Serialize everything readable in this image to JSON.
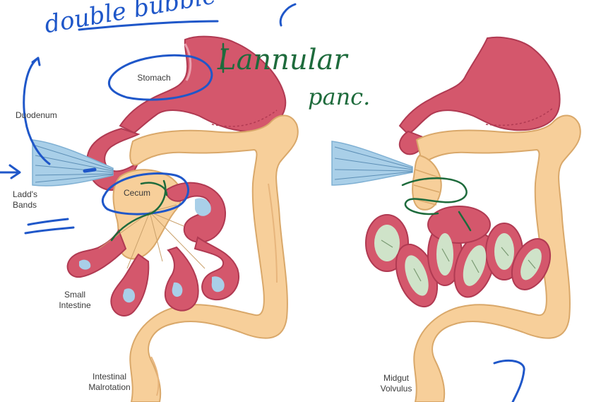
{
  "labels": {
    "stomach": "Stomach",
    "duodenum": "Duodenum",
    "ladds_bands": [
      "Ladd's",
      "Bands"
    ],
    "cecum": "Cecum",
    "small_intestine": [
      "Small",
      "Intestine"
    ],
    "malrotation": [
      "Intestinal",
      "Malrotation"
    ],
    "volvulus": [
      "Midgut",
      "Volvulus"
    ]
  },
  "handwriting": {
    "double_bubble": "double bubble",
    "annular": "Lannular",
    "panc": "panc."
  },
  "colors": {
    "bowel_red": "#d4576c",
    "bowel_dark": "#b03a52",
    "colon_tan": "#f7cf9a",
    "colon_edge": "#d9a86a",
    "band_blue": "#a9cfe8",
    "ink_blue": "#1f57c9",
    "ink_green": "#1e6b3c"
  }
}
